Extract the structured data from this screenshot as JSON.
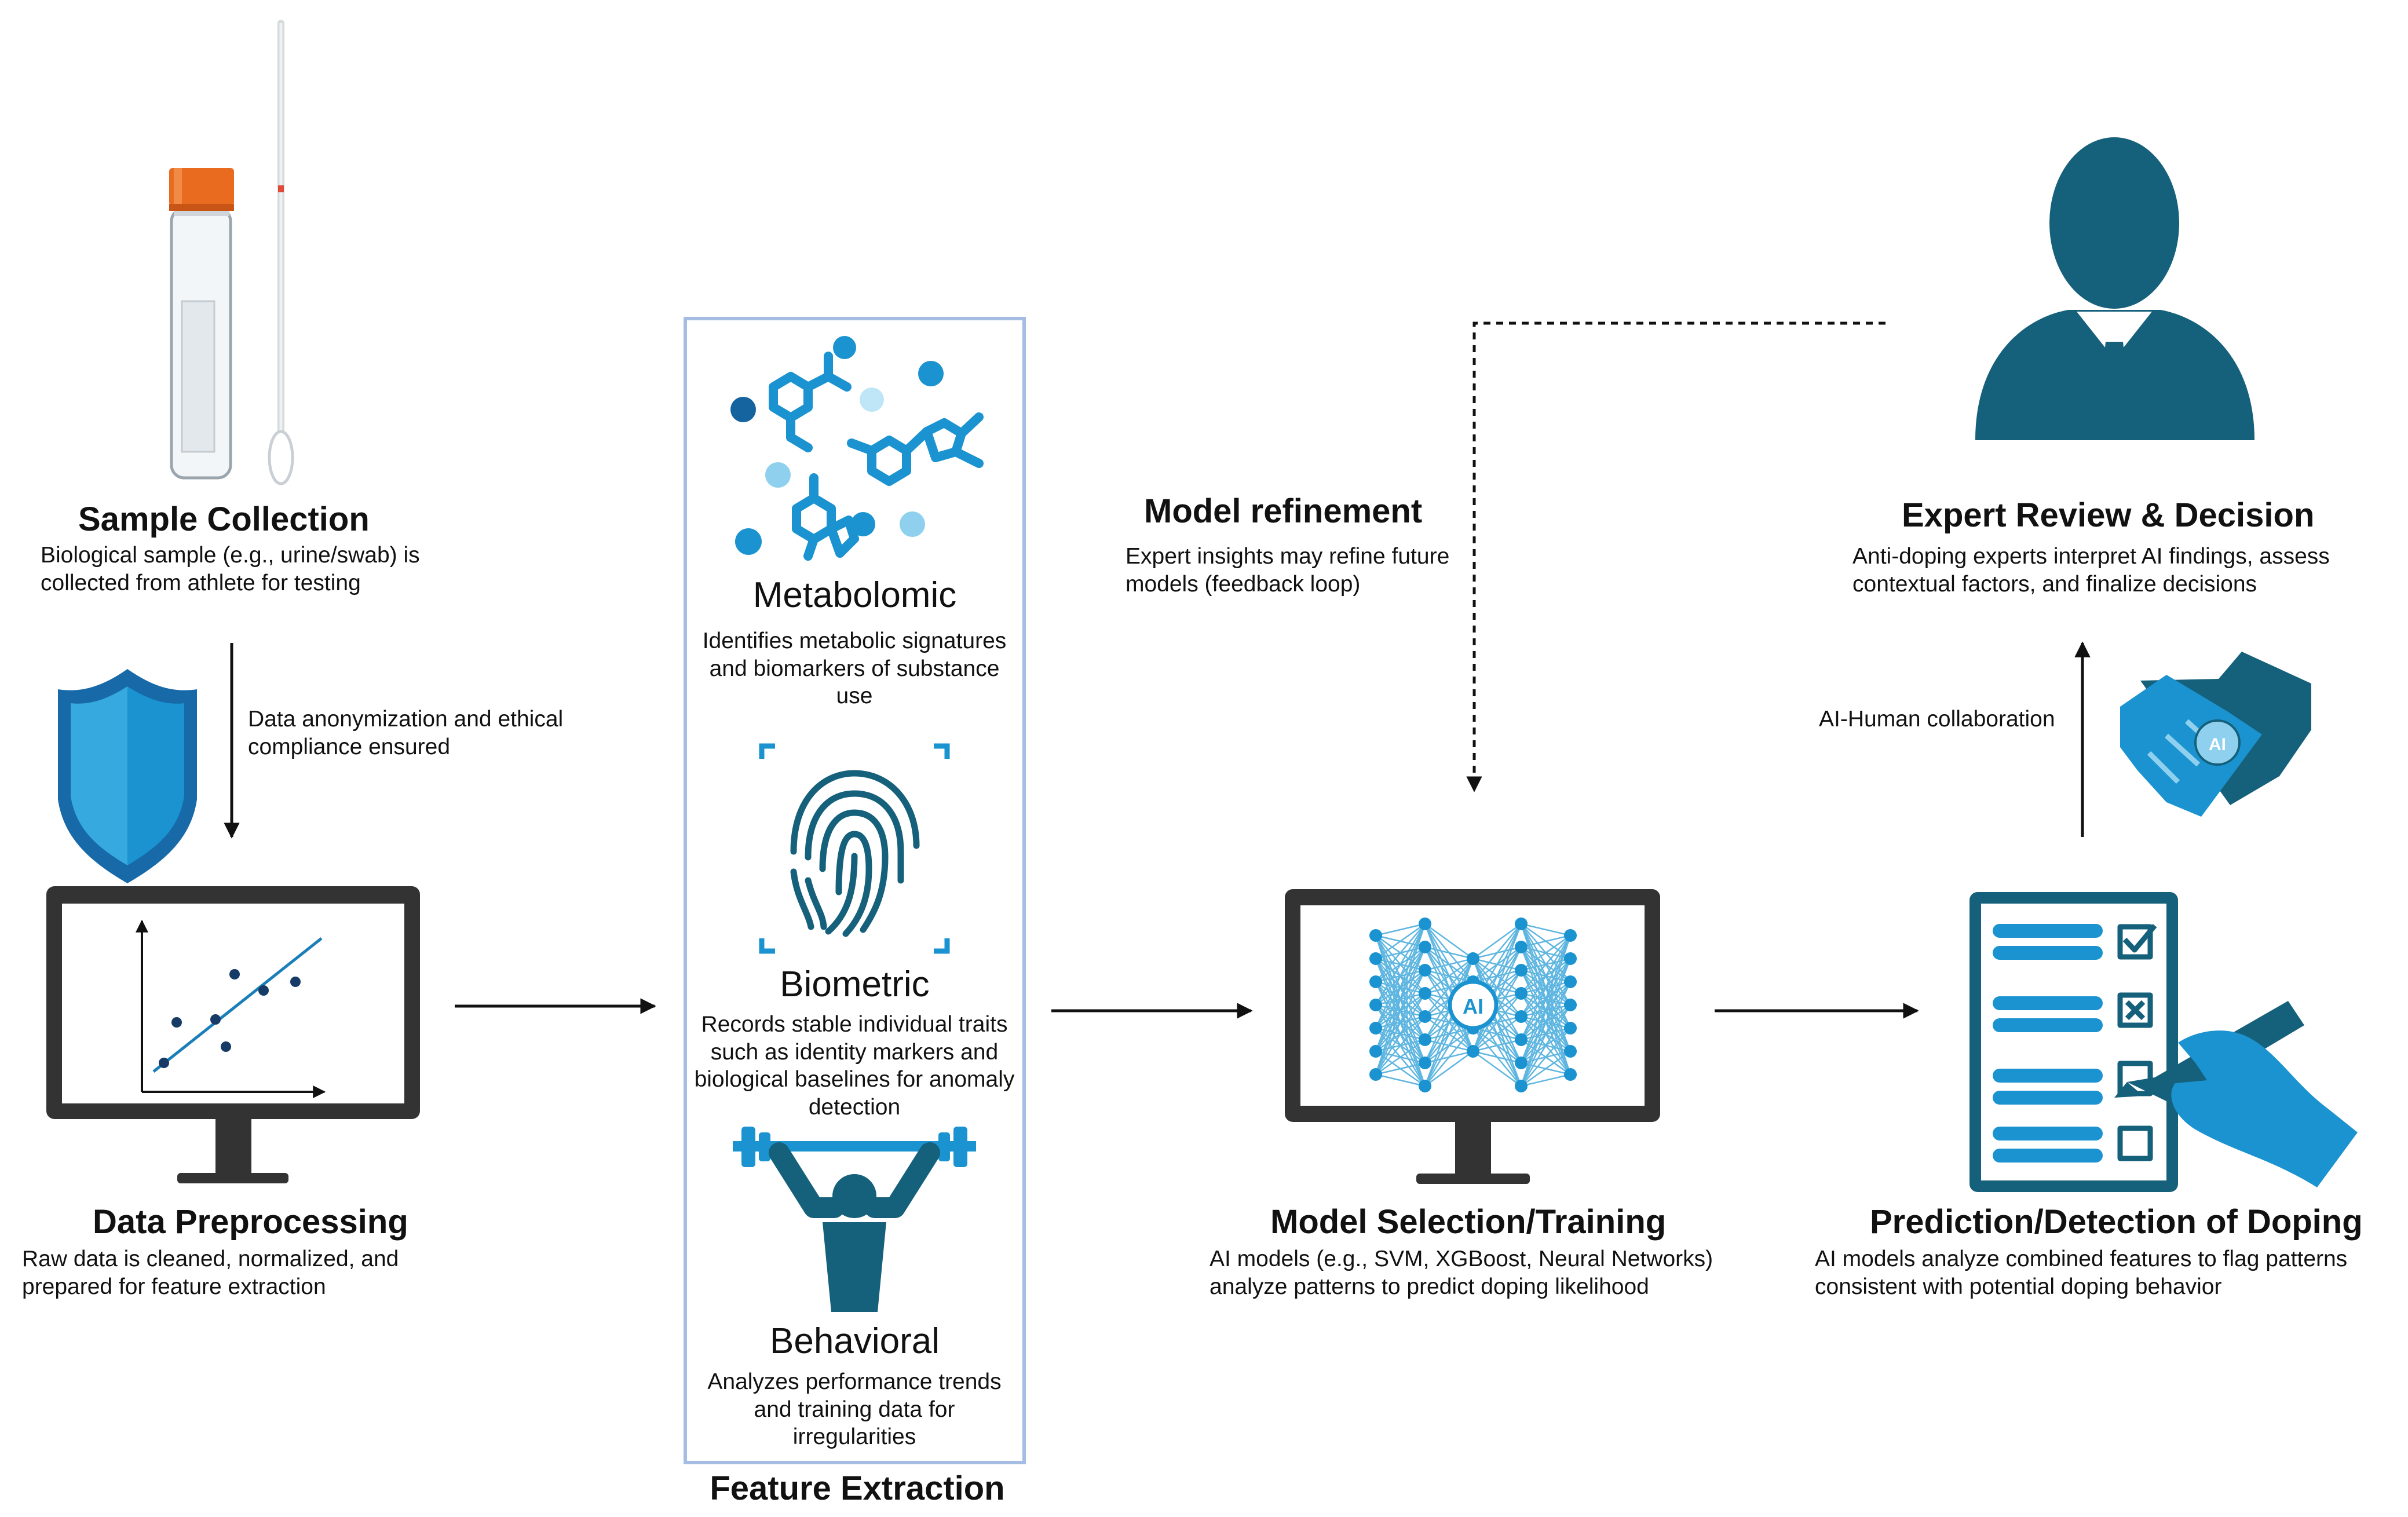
{
  "steps": {
    "sample_collection": {
      "title": "Sample Collection",
      "desc": "Biological sample (e.g., urine/swab) is collected from athlete for testing"
    },
    "anonymization": {
      "text": "Data anonymization and ethical compliance ensured"
    },
    "data_preprocessing": {
      "title": "Data Preprocessing",
      "desc": "Raw data is cleaned, normalized, and prepared for feature extraction"
    },
    "feature_extraction": {
      "label": "Feature Extraction",
      "metabolomic": {
        "title": "Metabolomic",
        "desc": "Identifies metabolic signatures and biomarkers of substance use"
      },
      "biometric": {
        "title": "Biometric",
        "desc": "Records stable individual traits such as identity markers and biological baselines for anomaly detection"
      },
      "behavioral": {
        "title": "Behavioral",
        "desc": "Analyzes performance trends and training data for irregularities"
      }
    },
    "model_refinement": {
      "title": "Model refinement",
      "desc": "Expert insights may refine future models (feedback loop)"
    },
    "model_training": {
      "title": "Model Selection/Training",
      "desc": "AI models (e.g., SVM, XGBoost, Neural Networks) analyze patterns to predict doping likelihood",
      "icon_text": "AI"
    },
    "expert_review": {
      "title": "Expert Review & Decision",
      "desc": "Anti-doping experts interpret AI findings, assess contextual factors, and finalize decisions"
    },
    "collaboration": {
      "text": "AI-Human collaboration",
      "icon_text": "AI"
    },
    "prediction": {
      "title": "Prediction/Detection of Doping",
      "desc": "AI models analyze combined features to flag patterns consistent with potential doping behavior"
    }
  },
  "colors": {
    "primary_blue": "#1a93d0",
    "light_blue": "#8fd0ee",
    "teal_dark": "#15607a",
    "monitor_frame": "#3a3a3a",
    "tube_cap": "#e96b1f",
    "box_border": "#a5bce3"
  },
  "icons": [
    "test-tube-icon",
    "swab-icon",
    "shield-icon",
    "scatter-monitor-icon",
    "molecules-icon",
    "fingerprint-icon",
    "weightlifter-icon",
    "neural-network-monitor-icon",
    "person-icon",
    "handshake-icon",
    "checklist-icon",
    "writing-hand-icon"
  ]
}
